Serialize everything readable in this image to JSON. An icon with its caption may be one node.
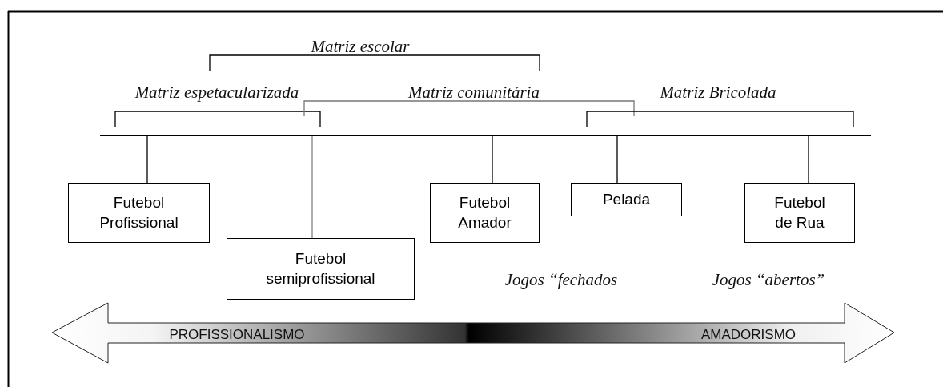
{
  "diagram": {
    "nodes": [
      {
        "text": [],
        "shape": "bar"
      },
      {
        "text": [
          "Futebol Profissional"
        ]
      },
      {
        "text": [
          "Futebol semiprofissional"
        ]
      },
      {
        "text": [
          "Futebol Amador"
        ]
      },
      {
        "text": [
          "Pelada"
        ]
      },
      {
        "text": [
          "Futebol de Rua"
        ]
      }
    ],
    "edges": [
      {
        "from": 0,
        "to": 1,
        "arrow": "none"
      },
      {
        "from": 0,
        "to": 2,
        "arrow": "none",
        "color": "#808080"
      },
      {
        "from": 0,
        "to": 3,
        "arrow": "none"
      },
      {
        "from": 0,
        "to": 4,
        "arrow": "none"
      },
      {
        "from": 0,
        "to": 5,
        "arrow": "none"
      }
    ],
    "labels": [
      "Matriz escolar",
      "Matriz espetacularizada",
      "Matriz comunitária",
      "Matriz Bricolada",
      "Jogos “fechados",
      "Jogos  “abertos”",
      "PROFISSIONALISMO",
      "AMADORISMO"
    ]
  }
}
